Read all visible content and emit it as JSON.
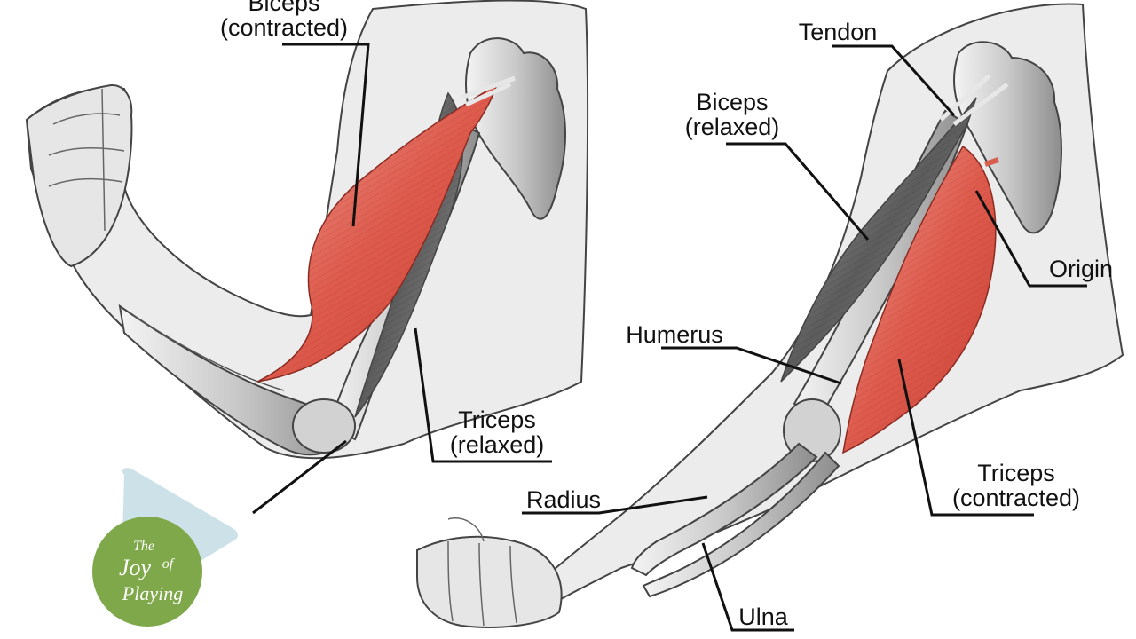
{
  "diagram": {
    "labels": {
      "biceps_contracted_line1": "Biceps",
      "biceps_contracted_line2": "(contracted)",
      "triceps_relaxed_line1": "Triceps",
      "triceps_relaxed_line2": "(relaxed)",
      "tendon": "Tendon",
      "biceps_relaxed_line1": "Biceps",
      "biceps_relaxed_line2": "(relaxed)",
      "origin": "Origin",
      "humerus": "Humerus",
      "radius": "Radius",
      "triceps_contracted_line1": "Triceps",
      "triceps_contracted_line2": "(contracted)",
      "ulna": "Ulna"
    },
    "colors": {
      "contracted_muscle": "#e0675a",
      "relaxed_muscle": "#6e6e6e",
      "bone": "#cfcfcf",
      "arm_silhouette": "#ececec",
      "outline": "#444444",
      "leader_line": "#111111"
    }
  },
  "overlay": {
    "play_icon": "play-icon",
    "logo": {
      "line1": "The",
      "line2": "Joy",
      "line3": "of",
      "line4": "Playing",
      "color": "#7fa84a"
    }
  }
}
